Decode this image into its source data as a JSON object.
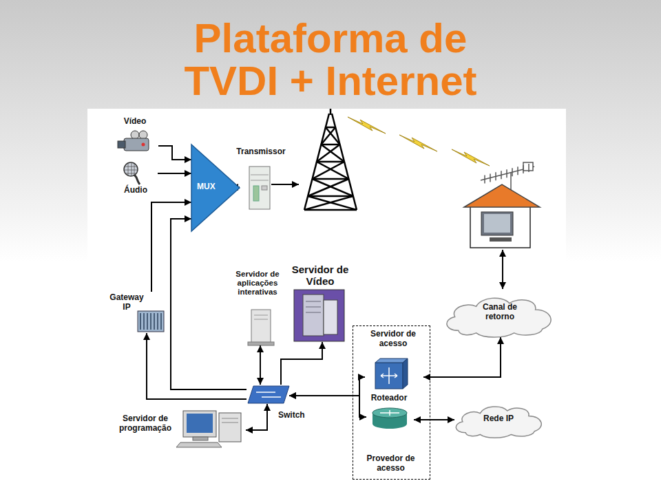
{
  "diagram": {
    "title": "Plataforma de TVDI + Internet",
    "nodes": [
      {
        "text": [
          "Vídeo"
        ]
      },
      {
        "text": [
          "Áudio"
        ]
      },
      {
        "text": [
          "MUX"
        ]
      },
      {
        "text": [
          "Transmissor"
        ]
      },
      {
        "text": [
          "Servidor de aplicações interativas"
        ]
      },
      {
        "text": [
          "Servidor de Vídeo"
        ]
      },
      {
        "text": [
          "Gateway IP"
        ]
      },
      {
        "text": [
          "Canal de retorno"
        ]
      },
      {
        "text": [
          "Provedor de acesso"
        ]
      },
      {
        "text": [
          "Servidor de acesso"
        ],
        "in": 8
      },
      {
        "text": [
          "Roteador"
        ],
        "in": 8
      },
      {
        "text": [
          "Switch"
        ]
      },
      {
        "text": [
          "Servidor de programação"
        ]
      },
      {
        "text": [
          "Rede IP"
        ]
      }
    ],
    "edges": [
      {
        "from": 0,
        "to": 2,
        "arrow": "to"
      },
      {
        "from": 1,
        "to": 2,
        "arrow": "to"
      },
      {
        "from": 2,
        "to": 3,
        "arrow": "to"
      },
      {
        "from": 6,
        "to": 2,
        "arrow": "to"
      },
      {
        "from": 11,
        "to": 2,
        "arrow": "to"
      },
      {
        "from": 11,
        "to": 6,
        "arrow": "to"
      },
      {
        "from": 4,
        "to": 11,
        "arrow": "both"
      },
      {
        "from": 11,
        "to": 5,
        "arrow": "to"
      },
      {
        "from": 12,
        "to": 11,
        "arrow": "both"
      },
      {
        "from": 9,
        "to": 11,
        "arrow": "both"
      },
      {
        "from": 10,
        "to": 11,
        "arrow": "both"
      },
      {
        "from": 9,
        "to": 7,
        "arrow": "both"
      },
      {
        "from": 10,
        "to": 13,
        "arrow": "both"
      }
    ]
  }
}
